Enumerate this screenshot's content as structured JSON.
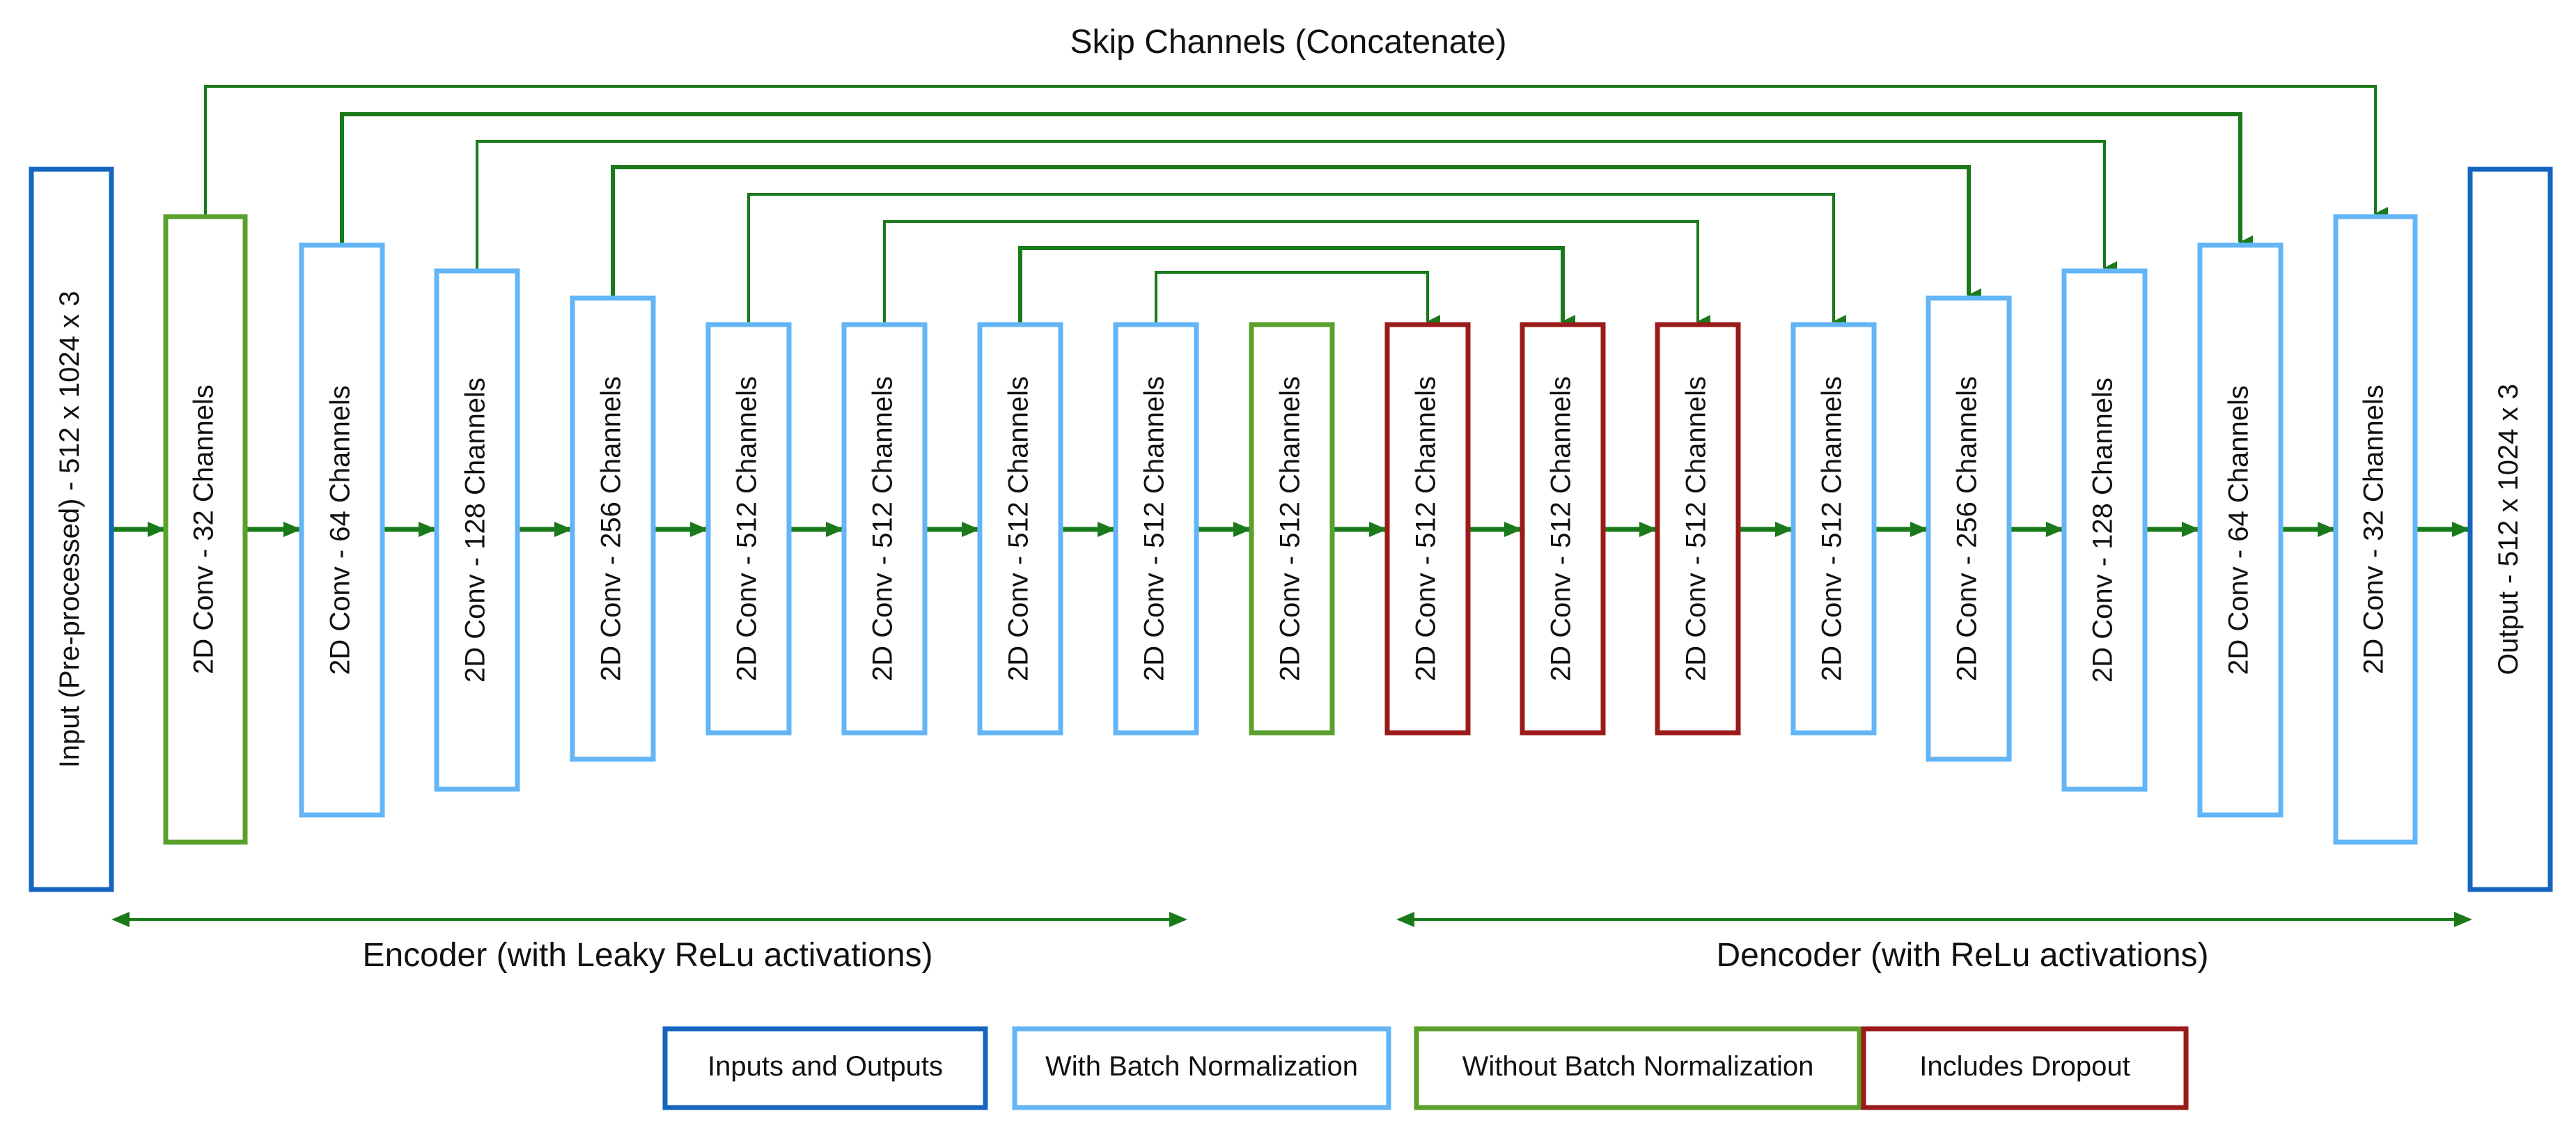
{
  "title": "Skip Channels (Concatenate)",
  "colors": {
    "io": "#1565c0",
    "batch_norm": "#64b5f6",
    "no_batch_norm": "#5aa02c",
    "dropout": "#9b1b1b",
    "arrow": "#1a7a1a"
  },
  "blocks": [
    {
      "label": "Input (Pre-processed) - 512 x 1024 x 3",
      "kind": "io"
    },
    {
      "label": "2D Conv - 32 Channels",
      "kind": "no_batch_norm"
    },
    {
      "label": "2D Conv - 64 Channels",
      "kind": "batch_norm"
    },
    {
      "label": "2D Conv - 128 Channels",
      "kind": "batch_norm"
    },
    {
      "label": "2D Conv - 256 Channels",
      "kind": "batch_norm"
    },
    {
      "label": "2D Conv - 512 Channels",
      "kind": "batch_norm"
    },
    {
      "label": "2D Conv - 512 Channels",
      "kind": "batch_norm"
    },
    {
      "label": "2D Conv - 512 Channels",
      "kind": "batch_norm"
    },
    {
      "label": "2D Conv - 512 Channels",
      "kind": "batch_norm"
    },
    {
      "label": "2D Conv - 512 Channels",
      "kind": "no_batch_norm"
    },
    {
      "label": "2D Conv - 512 Channels",
      "kind": "dropout"
    },
    {
      "label": "2D Conv - 512 Channels",
      "kind": "dropout"
    },
    {
      "label": "2D Conv - 512 Channels",
      "kind": "dropout"
    },
    {
      "label": "2D Conv - 512 Channels",
      "kind": "batch_norm"
    },
    {
      "label": "2D Conv - 256 Channels",
      "kind": "batch_norm"
    },
    {
      "label": "2D Conv - 128 Channels",
      "kind": "batch_norm"
    },
    {
      "label": "2D Conv - 64 Channels",
      "kind": "batch_norm"
    },
    {
      "label": "2D Conv - 32 Channels",
      "kind": "batch_norm"
    },
    {
      "label": "Output - 512 x 1024 x 3",
      "kind": "io"
    }
  ],
  "skip_connections": [
    {
      "from": 1,
      "to": 17
    },
    {
      "from": 2,
      "to": 16
    },
    {
      "from": 3,
      "to": 15
    },
    {
      "from": 4,
      "to": 14
    },
    {
      "from": 5,
      "to": 13
    },
    {
      "from": 6,
      "to": 12
    },
    {
      "from": 7,
      "to": 11
    },
    {
      "from": 8,
      "to": 10
    }
  ],
  "encoder_label": "Encoder (with Leaky ReLu activations)",
  "decoder_label": "Dencoder (with ReLu activations)",
  "legend": [
    {
      "label": "Inputs and Outputs",
      "kind": "io"
    },
    {
      "label": "With Batch Normalization",
      "kind": "batch_norm"
    },
    {
      "label": "Without Batch Normalization",
      "kind": "no_batch_norm"
    },
    {
      "label": "Includes Dropout",
      "kind": "dropout"
    }
  ]
}
